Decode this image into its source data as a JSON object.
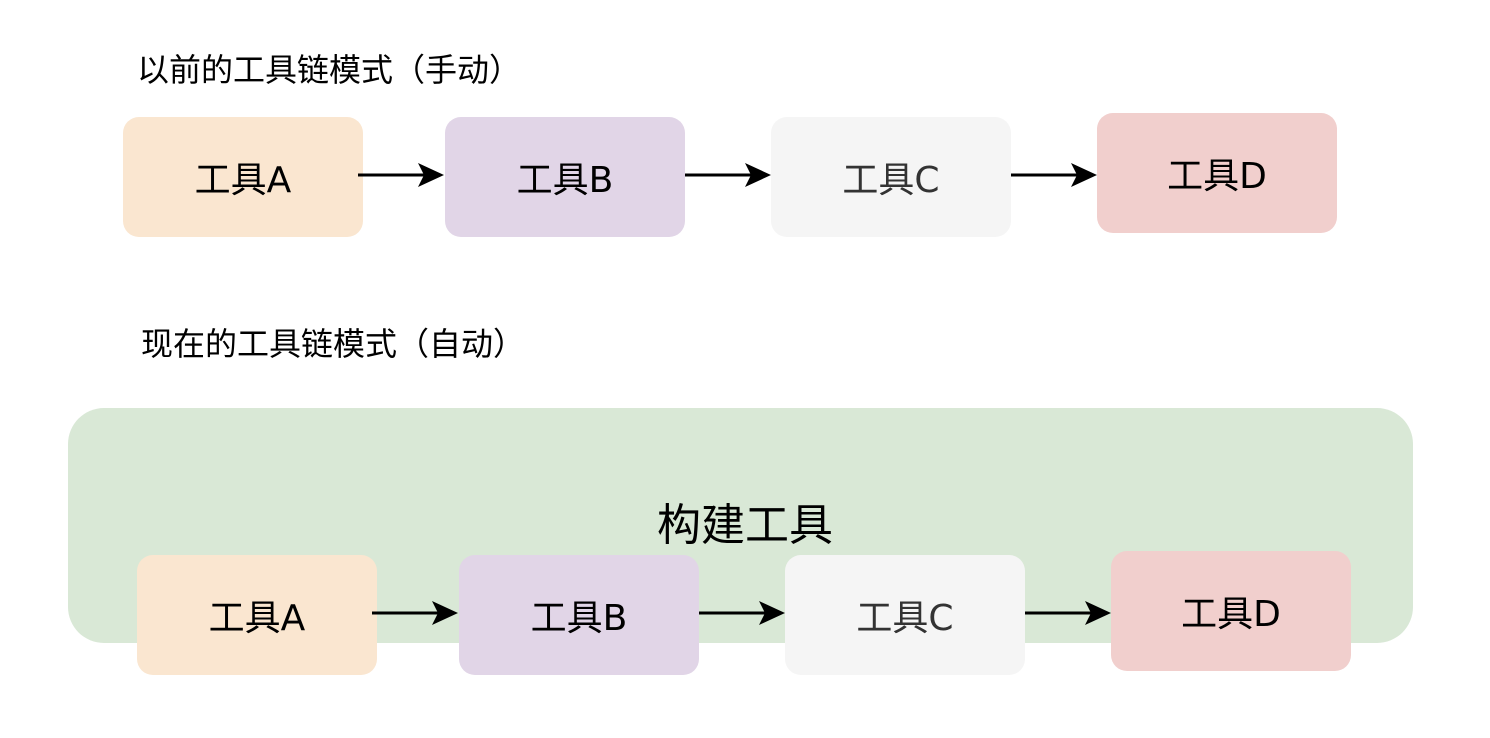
{
  "manual": {
    "title": "以前的工具链模式（手动）",
    "tools": [
      {
        "label": "工具A",
        "color": "#fae6d0"
      },
      {
        "label": "工具B",
        "color": "#e1d5e7"
      },
      {
        "label": "工具C",
        "color": "#f5f5f5"
      },
      {
        "label": "工具D",
        "color": "#f1cfcd"
      }
    ]
  },
  "auto": {
    "title": "现在的工具链模式（自动）",
    "container_label": "构建工具",
    "container_color": "#d9e8d6",
    "tools": [
      {
        "label": "工具A",
        "color": "#fae6d0"
      },
      {
        "label": "工具B",
        "color": "#e1d5e7"
      },
      {
        "label": "工具C",
        "color": "#f5f5f5"
      },
      {
        "label": "工具D",
        "color": "#f1cfcd"
      }
    ]
  }
}
